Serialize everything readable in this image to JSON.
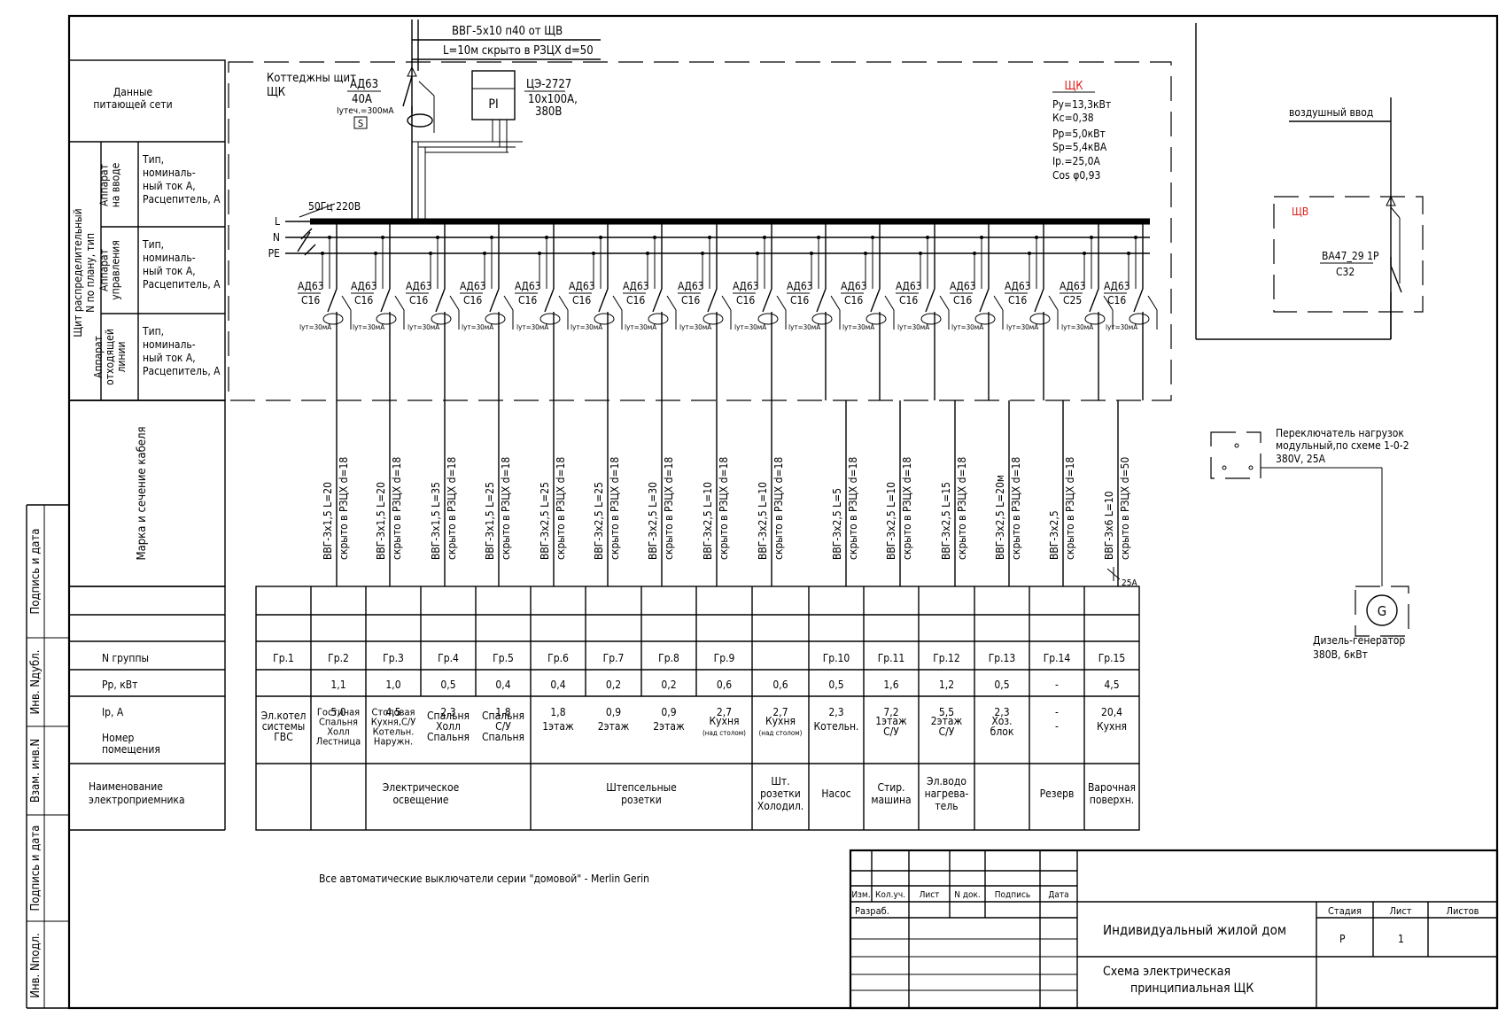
{
  "supply": {
    "cable": "ВВГ-5х10 п40 от ЩВ",
    "route": "L=10м скрыто в РЗЦХ d=50"
  },
  "cottage_panel": {
    "title1": "Коттеджны щит",
    "title2": "ЩК"
  },
  "main_device": {
    "type": "АД63",
    "rating": "40А",
    "leak": "Iутеч.=300мА",
    "s": "S"
  },
  "meter": {
    "label": "PI",
    "model": "ЦЭ-2727",
    "spec1": "10х100А,",
    "spec2": "380В"
  },
  "panel_summary": {
    "title": "ЩК",
    "lines": [
      "Ру=13,3кВт",
      "Кс=0,38",
      "Рр=5,0кВт",
      "Sp=5,4кВА",
      "Iр.=25,0А",
      "Cos φ0,93"
    ]
  },
  "bus": {
    "freq": "50Гц 220В",
    "l": "L",
    "n": "N",
    "pe": "PE"
  },
  "left_table": {
    "supply_data": [
      "Данные",
      "питающей сети"
    ],
    "vertical_main": [
      "Щит распределительный",
      "N по плану, тип"
    ],
    "rows": [
      {
        "v": [
          "Аппарат",
          "на вводе"
        ],
        "h": [
          "Тип,",
          "номиналь-",
          "ный ток А,",
          "Расцепитель, А"
        ]
      },
      {
        "v": [
          "Аппарат",
          "управления"
        ],
        "h": [
          "Тип,",
          "номиналь-",
          "ный ток А,",
          "Расцепитель, А"
        ]
      },
      {
        "v": [
          "Аппарат",
          "отходящей",
          "линии"
        ],
        "h": [
          "Тип,",
          "номиналь-",
          "ный ток А,",
          "Расцепитель, А"
        ]
      }
    ],
    "cable_mark": "Марка и сечение кабеля",
    "n_group": "N группы",
    "pp": "Рр, кВт",
    "ip": "Iр, А",
    "room": [
      "Номер",
      "помещения"
    ],
    "consumer": [
      "Наименование",
      "электроприемника"
    ]
  },
  "breakers": [
    {
      "type": "АД63",
      "rating": "С16",
      "leak": "Iут=30мА"
    },
    {
      "type": "АД63",
      "rating": "С16",
      "leak": "Iут=30мА"
    },
    {
      "type": "АД63",
      "rating": "С16",
      "leak": "Iут=30мА"
    },
    {
      "type": "АД63",
      "rating": "С16",
      "leak": "Iут=30мА"
    },
    {
      "type": "АД63",
      "rating": "С16",
      "leak": "Iут=30мА"
    },
    {
      "type": "АД63",
      "rating": "С16",
      "leak": "Iут=30мА"
    },
    {
      "type": "АД63",
      "rating": "С16",
      "leak": "Iут=30мА"
    },
    {
      "type": "АД63",
      "rating": "С16",
      "leak": "Iут=30мА"
    },
    {
      "type": "АД63",
      "rating": "С16",
      "leak": "Iут=30мА"
    },
    {
      "type": "АД63",
      "rating": "С16",
      "leak": "Iут=30мА"
    },
    {
      "type": "АД63",
      "rating": "С16",
      "leak": "Iут=30мА"
    },
    {
      "type": "АД63",
      "rating": "С16",
      "leak": "Iут=30мА"
    },
    {
      "type": "АД63",
      "rating": "С16",
      "leak": "Iут=30мА"
    },
    {
      "type": "АД63",
      "rating": "С16",
      "leak": "Iут=30мА"
    },
    {
      "type": "АД63",
      "rating": "С25",
      "leak": "Iут=30мА"
    },
    {
      "type": "АД63",
      "rating": "С16",
      "leak": "Iут=30мА"
    }
  ],
  "cables": [
    {
      "mark": "ВВГ-3х1,5 L=20",
      "route": "скрыто в РЗЦХ d=18"
    },
    {
      "mark": "ВВГ-3х1,5 L=20",
      "route": "скрыто в РЗЦХ d=18"
    },
    {
      "mark": "ВВГ-3х1,5 L=35",
      "route": "скрыто в РЗЦХ d=18"
    },
    {
      "mark": "ВВГ-3х1,5 L=25",
      "route": "скрыто в РЗЦХ d=18"
    },
    {
      "mark": "ВВГ-3х2,5 L=25",
      "route": "скрыто в РЗЦХ d=18"
    },
    {
      "mark": "ВВГ-3х2,5 L=25",
      "route": "скрыто в РЗЦХ d=18"
    },
    {
      "mark": "ВВГ-3х2,5 L=30",
      "route": "скрыто в РЗЦХ d=18"
    },
    {
      "mark": "ВВГ-3х2,5 L=10",
      "route": "скрыто в РЗЦХ d=18"
    },
    {
      "mark": "ВВГ-3х2,5 L=10",
      "route": "скрыто в РЗЦХ d=18"
    },
    {
      "mark": "ВВГ-3х2,5 L=5",
      "route": "скрыто в РЗЦХ d=18"
    },
    {
      "mark": "ВВГ-3х2,5 L=10",
      "route": "скрыто в РЗЦХ d=18"
    },
    {
      "mark": "ВВГ-3х2,5 L=15",
      "route": "скрыто в РЗЦХ d=18"
    },
    {
      "mark": "ВВГ-3х2,5 L=20м",
      "route": "скрыто в РЗЦХ d=18"
    },
    {
      "mark": "ВВГ-3х2,5",
      "route": "скрыто в РЗЦХ d=18"
    },
    {
      "mark": "ВВГ-3х6 L=10",
      "route": "скрыто в РЗЦХ d=50"
    }
  ],
  "fuse_label": "25А",
  "groups": [
    {
      "n": "Гр.1",
      "pp": "",
      "ip": "",
      "room": [
        "Эл.котел",
        "системы",
        "ГВС"
      ]
    },
    {
      "n": "Гр.2",
      "pp": "1,1",
      "ip": "5,0",
      "room": [
        "Гостиная",
        "Спальня",
        "Холл",
        "Лестница"
      ]
    },
    {
      "n": "Гр.3",
      "pp": "1,0",
      "ip": "4,5",
      "room": [
        "Столовая",
        "Кухня,С/У",
        "Котельн.",
        "Наружн."
      ]
    },
    {
      "n": "Гр.4",
      "pp": "0,5",
      "ip": "2,3",
      "room": [
        "Спальня",
        "Холл",
        "Спальня"
      ]
    },
    {
      "n": "Гр.5",
      "pp": "0,4",
      "ip": "1,8",
      "room": [
        "Спальня",
        "С/У",
        "Спальня"
      ]
    },
    {
      "n": "Гр.6",
      "pp": "0,4",
      "ip": "1,8",
      "room": [
        "1этаж"
      ]
    },
    {
      "n": "Гр.7",
      "pp": "0,2",
      "ip": "0,9",
      "room": [
        "2этаж"
      ]
    },
    {
      "n": "Гр.8",
      "pp": "0,2",
      "ip": "0,9",
      "room": [
        "2этаж"
      ]
    },
    {
      "n": "Гр.9",
      "pp": "0,6",
      "ip": "2,7",
      "room": [
        "Кухня",
        "(над столом)"
      ]
    },
    {
      "n": "",
      "pp": "0,6",
      "ip": "2,7",
      "room": [
        "Кухня",
        "(над столом)"
      ]
    },
    {
      "n": "Гр.10",
      "pp": "0,5",
      "ip": "2,3",
      "room": [
        "Котельн."
      ]
    },
    {
      "n": "Гр.11",
      "pp": "1,6",
      "ip": "7,2",
      "room": [
        "1этаж",
        "С/У"
      ]
    },
    {
      "n": "Гр.12",
      "pp": "1,2",
      "ip": "5,5",
      "room": [
        "2этаж",
        "С/У"
      ]
    },
    {
      "n": "Гр.13",
      "pp": "0,5",
      "ip": "2,3",
      "room": [
        "Хоз.",
        "блок"
      ]
    },
    {
      "n": "Гр.14",
      "pp": "-",
      "ip": "-",
      "room": [
        "-"
      ]
    },
    {
      "n": "Гр.15",
      "pp": "4,5",
      "ip": "20,4",
      "room": [
        "Кухня"
      ]
    }
  ],
  "consumers": [
    {
      "span": [
        2,
        5
      ],
      "lines": [
        "Электрическое",
        "освещение"
      ]
    },
    {
      "span": [
        6,
        9
      ],
      "lines": [
        "Штепсельные",
        "розетки"
      ]
    },
    {
      "span": [
        10,
        10
      ],
      "lines": [
        "Шт.",
        "розетки",
        "Холодил."
      ]
    },
    {
      "span": [
        11,
        11
      ],
      "lines": [
        "Насос"
      ]
    },
    {
      "span": [
        12,
        12
      ],
      "lines": [
        "Стир.",
        "машина"
      ]
    },
    {
      "span": [
        13,
        13
      ],
      "lines": [
        "Эл.водо",
        "нагрева-",
        "тель"
      ]
    },
    {
      "span": [
        15,
        15
      ],
      "lines": [
        "Резерв"
      ]
    },
    {
      "span": [
        16,
        16
      ],
      "lines": [
        "Варочная",
        "поверхн."
      ]
    }
  ],
  "right": {
    "air_input": "воздушный ввод",
    "shv": "ЩВ",
    "breaker": "ВА47_29 1Р",
    "breaker_rating": "С32",
    "switch_lines": [
      "Переключатель нагрузок",
      "модульный,по схеме 1-0-2",
      "380V, 25А"
    ],
    "gen_symbol": "G",
    "gen_lines": [
      "Дизель-генератор",
      "380В, 6кВт"
    ]
  },
  "note": "Все автоматические выключатели серии \"домовой\" - Merlin Gerin",
  "stamp": {
    "cols": [
      "Изм.",
      "Кол.уч.",
      "Лист",
      "N док.",
      "Подпись",
      "Дата"
    ],
    "razrab": "Разраб.",
    "title": "Индивидуальный жилой дом",
    "doc": [
      "Схема электрическая",
      "принципиальная ЩК"
    ],
    "stage_h": "Стадия",
    "sheet_h": "Лист",
    "sheets_h": "Листов",
    "stage": "Р",
    "sheet": "1"
  },
  "side_stamp": [
    "Подпись и дата",
    "Инв. Nдубл.",
    "Взам. инв.N",
    "Подпись и дата",
    "Инв. Nподл."
  ]
}
